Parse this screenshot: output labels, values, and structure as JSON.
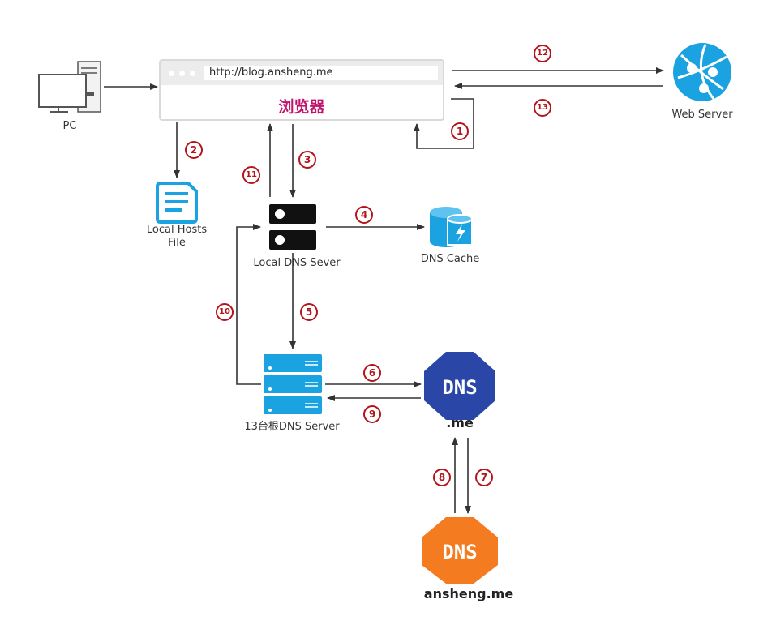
{
  "browser": {
    "url": "http://blog.ansheng.me",
    "title": "浏览器"
  },
  "labels": {
    "pc": "PC",
    "hosts_line1": "Local Hosts",
    "hosts_line2": "File",
    "local_dns": "Local DNS Sever",
    "dns_cache": "DNS Cache",
    "root_dns": "13台根DNS Server",
    "me": ".me",
    "ansheng": "ansheng.me",
    "web_server": "Web Server"
  },
  "icons": {
    "dns_me_text": "DNS",
    "dns_ansheng_text": "DNS",
    "dns_me_color": "#2a47a8",
    "dns_ansheng_color": "#f47b20",
    "accent_blue": "#1aa3e0",
    "step_color": "#b3151b"
  },
  "steps": {
    "s1": "1",
    "s2": "2",
    "s3": "3",
    "s4": "4",
    "s5": "5",
    "s6": "6",
    "s7": "7",
    "s8": "8",
    "s9": "9",
    "s10": "10",
    "s11": "11",
    "s12": "12",
    "s13": "13"
  }
}
